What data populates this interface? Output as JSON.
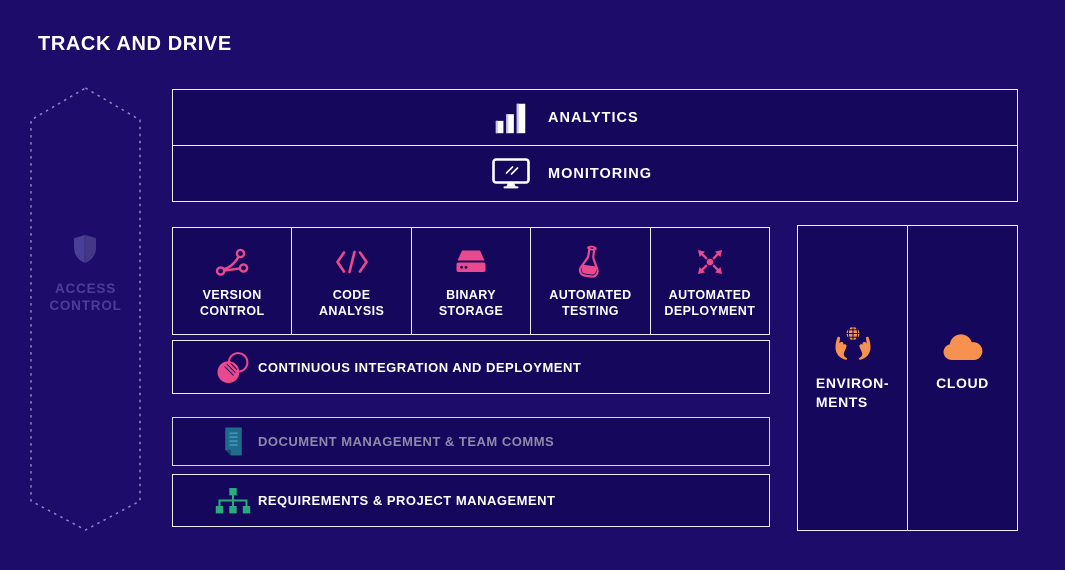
{
  "title": "TRACK AND DRIVE",
  "colors": {
    "background": "#1e0c6b",
    "panel_fill": "#15075c",
    "border": "#efedf9",
    "pink": "#e9498e",
    "orange": "#f7914f",
    "green": "#2baa7d",
    "teal": "#1f6b8c",
    "muted_purple": "#4b3e96",
    "muted_text": "#8d8ba9",
    "white": "#ffffff"
  },
  "access_control": {
    "line1": "ACCESS",
    "line2": "CONTROL",
    "icon": "shield-icon"
  },
  "observability_rows": [
    {
      "label": "ANALYTICS",
      "icon": "bar-chart-icon"
    },
    {
      "label": "MONITORING",
      "icon": "monitor-icon"
    }
  ],
  "pipeline_tools": [
    {
      "line1": "VERSION",
      "line2": "CONTROL",
      "icon": "branch-icon"
    },
    {
      "line1": "CODE",
      "line2": "ANALYSIS",
      "icon": "code-icon"
    },
    {
      "line1": "BINARY",
      "line2": "STORAGE",
      "icon": "drive-icon"
    },
    {
      "line1": "AUTOMATED",
      "line2": "TESTING",
      "icon": "flask-icon"
    },
    {
      "line1": "AUTOMATED",
      "line2": "DEPLOYMENT",
      "icon": "expand-arrows-icon"
    }
  ],
  "bars": [
    {
      "label": "CONTINUOUS INTEGRATION AND DEPLOYMENT",
      "icon": "overlapping-circles-icon",
      "state": "active"
    },
    {
      "label": "DOCUMENT MANAGEMENT & TEAM COMMS",
      "icon": "document-icon",
      "state": "muted"
    },
    {
      "label": "REQUIREMENTS & PROJECT MANAGEMENT",
      "icon": "sitemap-icon",
      "state": "active"
    }
  ],
  "right_panel": [
    {
      "line1": "ENVIRON-",
      "line2": "MENTS",
      "icon": "hands-globe-icon"
    },
    {
      "line1": "CLOUD",
      "line2": "",
      "icon": "cloud-icon"
    }
  ]
}
